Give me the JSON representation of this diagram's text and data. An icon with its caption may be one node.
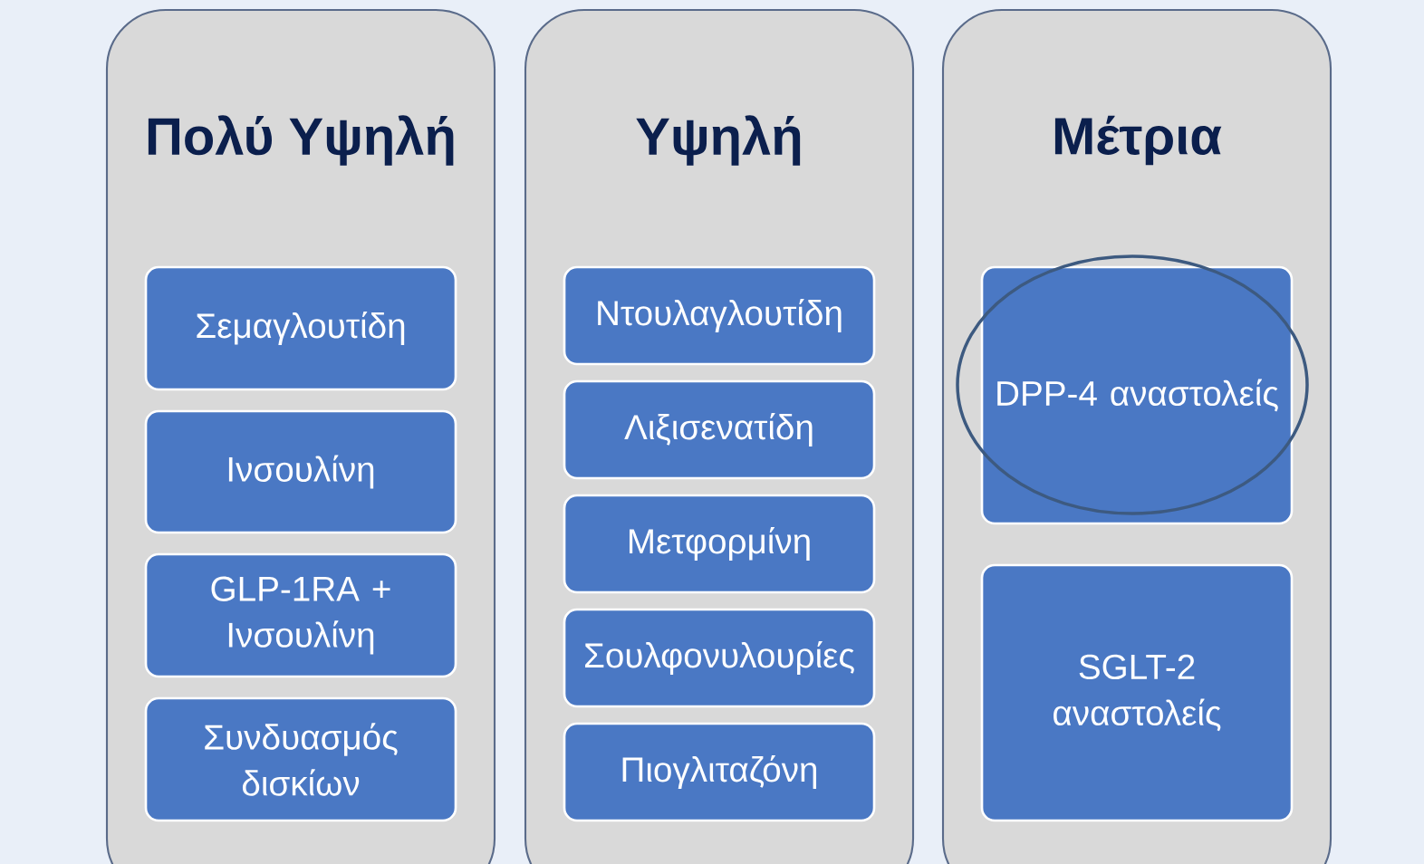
{
  "diagram": {
    "nodes": [
      {
        "text": [
          "Πολύ Υψηλή"
        ]
      },
      {
        "text": [
          "Σεμαγλουτίδη"
        ],
        "in": 0
      },
      {
        "text": [
          "Ινσουλίνη"
        ],
        "in": 0
      },
      {
        "text": [
          "GLP-1RA + Ινσουλίνη"
        ],
        "in": 0
      },
      {
        "text": [
          "Συνδυασμός δισκίων"
        ],
        "in": 0
      },
      {
        "text": [
          "Υψηλή"
        ]
      },
      {
        "text": [
          "Ντουλαγλουτίδη"
        ],
        "in": 5
      },
      {
        "text": [
          "Λιξισενατίδη"
        ],
        "in": 5
      },
      {
        "text": [
          "Μετφορμίνη"
        ],
        "in": 5
      },
      {
        "text": [
          "Σουλφονυλουρίες"
        ],
        "in": 5
      },
      {
        "text": [
          "Πιογλιταζόνη"
        ],
        "in": 5
      },
      {
        "text": [
          "Μέτρια"
        ]
      },
      {
        "text": [
          "DPP-4 αναστολείς"
        ],
        "in": 11
      },
      {
        "text": [
          "SGLT-2 αναστολείς"
        ],
        "in": 11
      }
    ],
    "edges": []
  }
}
